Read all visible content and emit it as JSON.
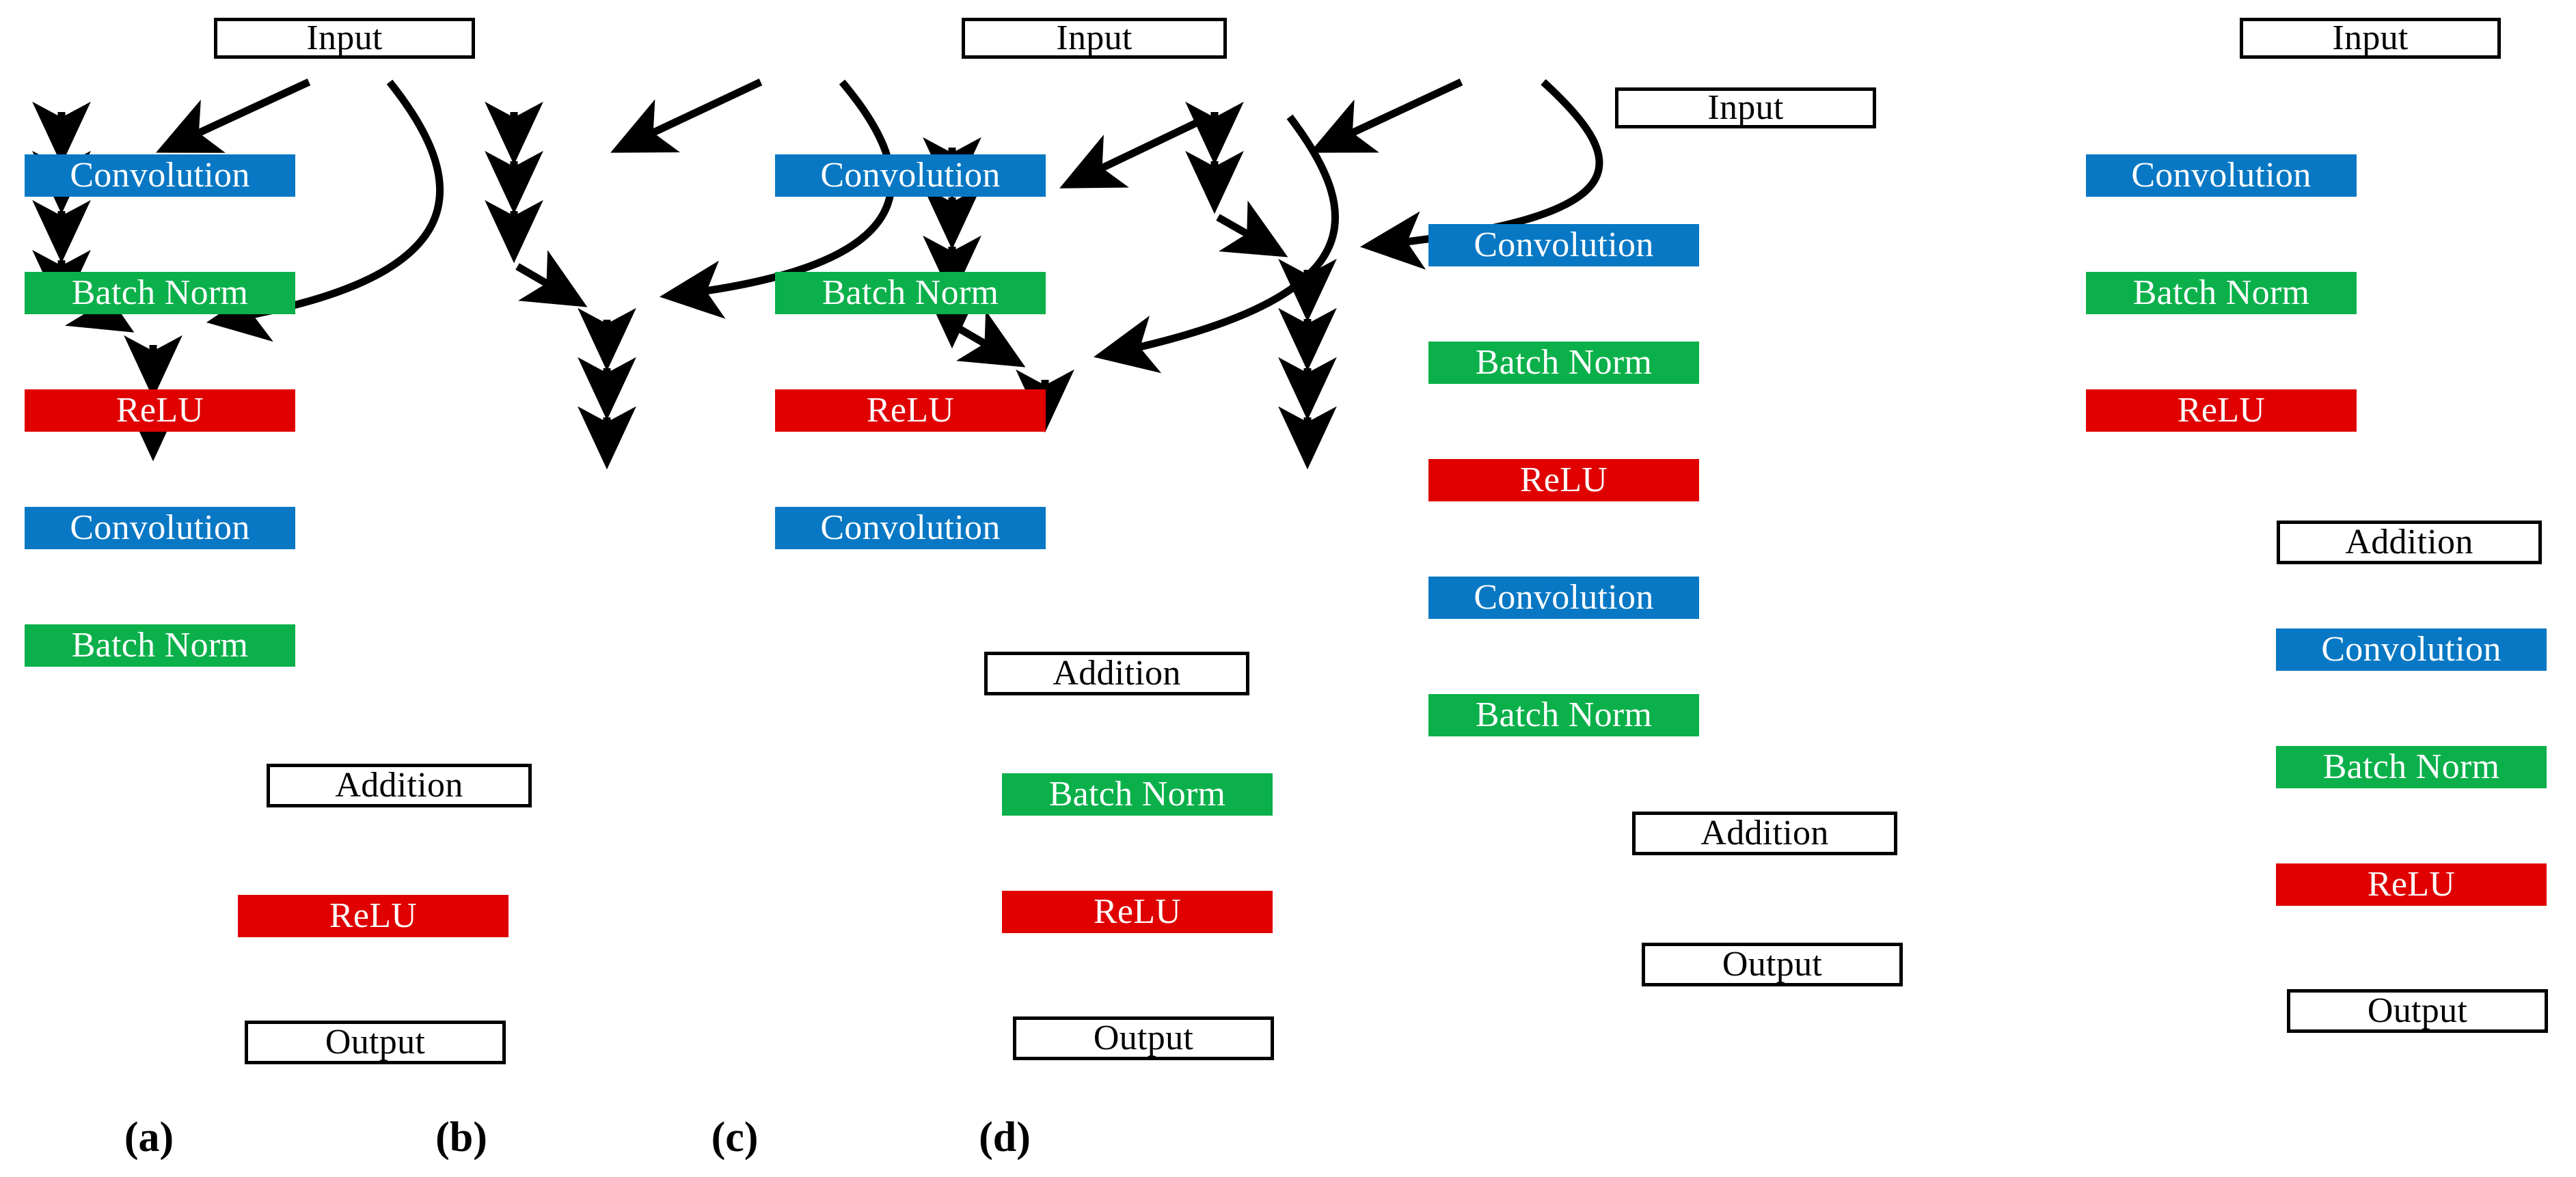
{
  "figure": {
    "type": "diagram",
    "subject": "Residual block variants",
    "node_colors": {
      "convolution": "#0878C4",
      "batch_norm": "#0BB04A",
      "relu": "#E00000",
      "io_box_fill": "#FFFFFF",
      "io_box_border": "#000000",
      "arrow": "#000000",
      "background": "#FFFFFF"
    },
    "labels": {
      "input": "Input",
      "output": "Output",
      "convolution": "Convolution",
      "batch_norm": "Batch Norm",
      "relu": "ReLU",
      "addition": "Addition"
    },
    "panels": [
      {
        "id": "a",
        "caption": "(a)",
        "nodes": [
          {
            "key": "input",
            "label": "Input",
            "kind": "io"
          },
          {
            "key": "conv1",
            "label": "Convolution",
            "kind": "conv"
          },
          {
            "key": "bn1",
            "label": "Batch Norm",
            "kind": "bn"
          },
          {
            "key": "relu1",
            "label": "ReLU",
            "kind": "relu"
          },
          {
            "key": "conv2",
            "label": "Convolution",
            "kind": "conv"
          },
          {
            "key": "bn2",
            "label": "Batch Norm",
            "kind": "bn"
          },
          {
            "key": "add",
            "label": "Addition",
            "kind": "io"
          },
          {
            "key": "relu2",
            "label": "ReLU",
            "kind": "relu"
          },
          {
            "key": "output",
            "label": "Output",
            "kind": "io"
          }
        ],
        "edges": [
          {
            "from": "input",
            "to": "conv1",
            "style": "straight"
          },
          {
            "from": "conv1",
            "to": "bn1",
            "style": "straight"
          },
          {
            "from": "bn1",
            "to": "relu1",
            "style": "straight"
          },
          {
            "from": "relu1",
            "to": "conv2",
            "style": "straight"
          },
          {
            "from": "conv2",
            "to": "bn2",
            "style": "straight"
          },
          {
            "from": "bn2",
            "to": "add",
            "style": "straight"
          },
          {
            "from": "input",
            "to": "add",
            "style": "skip-curve"
          },
          {
            "from": "add",
            "to": "relu2",
            "style": "straight"
          },
          {
            "from": "relu2",
            "to": "output",
            "style": "straight"
          }
        ]
      },
      {
        "id": "b",
        "caption": "(b)",
        "nodes": [
          {
            "key": "input",
            "label": "Input",
            "kind": "io"
          },
          {
            "key": "conv1",
            "label": "Convolution",
            "kind": "conv"
          },
          {
            "key": "bn1",
            "label": "Batch Norm",
            "kind": "bn"
          },
          {
            "key": "relu1",
            "label": "ReLU",
            "kind": "relu"
          },
          {
            "key": "conv2",
            "label": "Convolution",
            "kind": "conv"
          },
          {
            "key": "add",
            "label": "Addition",
            "kind": "io"
          },
          {
            "key": "bn2",
            "label": "Batch Norm",
            "kind": "bn"
          },
          {
            "key": "relu2",
            "label": "ReLU",
            "kind": "relu"
          },
          {
            "key": "output",
            "label": "Output",
            "kind": "io"
          }
        ],
        "edges": [
          {
            "from": "input",
            "to": "conv1",
            "style": "straight"
          },
          {
            "from": "conv1",
            "to": "bn1",
            "style": "straight"
          },
          {
            "from": "bn1",
            "to": "relu1",
            "style": "straight"
          },
          {
            "from": "relu1",
            "to": "conv2",
            "style": "straight"
          },
          {
            "from": "conv2",
            "to": "add",
            "style": "straight"
          },
          {
            "from": "input",
            "to": "add",
            "style": "skip-curve"
          },
          {
            "from": "add",
            "to": "bn2",
            "style": "straight"
          },
          {
            "from": "bn2",
            "to": "relu2",
            "style": "straight"
          },
          {
            "from": "relu2",
            "to": "output",
            "style": "straight"
          }
        ]
      },
      {
        "id": "c",
        "caption": "(c)",
        "nodes": [
          {
            "key": "input",
            "label": "Input",
            "kind": "io"
          },
          {
            "key": "conv1",
            "label": "Convolution",
            "kind": "conv"
          },
          {
            "key": "bn1",
            "label": "Batch Norm",
            "kind": "bn"
          },
          {
            "key": "relu1",
            "label": "ReLU",
            "kind": "relu"
          },
          {
            "key": "conv2",
            "label": "Convolution",
            "kind": "conv"
          },
          {
            "key": "bn2",
            "label": "Batch Norm",
            "kind": "bn"
          },
          {
            "key": "add",
            "label": "Addition",
            "kind": "io"
          },
          {
            "key": "output",
            "label": "Output",
            "kind": "io"
          }
        ],
        "edges": [
          {
            "from": "input",
            "to": "conv1",
            "style": "straight"
          },
          {
            "from": "conv1",
            "to": "bn1",
            "style": "straight"
          },
          {
            "from": "bn1",
            "to": "relu1",
            "style": "straight"
          },
          {
            "from": "relu1",
            "to": "conv2",
            "style": "straight"
          },
          {
            "from": "conv2",
            "to": "bn2",
            "style": "straight"
          },
          {
            "from": "bn2",
            "to": "add",
            "style": "straight"
          },
          {
            "from": "input",
            "to": "add",
            "style": "skip-curve"
          },
          {
            "from": "add",
            "to": "output",
            "style": "straight"
          }
        ]
      },
      {
        "id": "d",
        "caption": "(d)",
        "nodes": [
          {
            "key": "input",
            "label": "Input",
            "kind": "io"
          },
          {
            "key": "conv1",
            "label": "Convolution",
            "kind": "conv"
          },
          {
            "key": "bn1",
            "label": "Batch Norm",
            "kind": "bn"
          },
          {
            "key": "relu1",
            "label": "ReLU",
            "kind": "relu"
          },
          {
            "key": "add",
            "label": "Addition",
            "kind": "io"
          },
          {
            "key": "conv2",
            "label": "Convolution",
            "kind": "conv"
          },
          {
            "key": "bn2",
            "label": "Batch Norm",
            "kind": "bn"
          },
          {
            "key": "relu2",
            "label": "ReLU",
            "kind": "relu"
          },
          {
            "key": "output",
            "label": "Output",
            "kind": "io"
          }
        ],
        "edges": [
          {
            "from": "input",
            "to": "conv1",
            "style": "straight"
          },
          {
            "from": "conv1",
            "to": "bn1",
            "style": "straight"
          },
          {
            "from": "bn1",
            "to": "relu1",
            "style": "straight"
          },
          {
            "from": "relu1",
            "to": "add",
            "style": "straight"
          },
          {
            "from": "input",
            "to": "add",
            "style": "skip-curve"
          },
          {
            "from": "add",
            "to": "conv2",
            "style": "straight"
          },
          {
            "from": "conv2",
            "to": "bn2",
            "style": "straight"
          },
          {
            "from": "bn2",
            "to": "relu2",
            "style": "straight"
          },
          {
            "from": "relu2",
            "to": "output",
            "style": "straight"
          }
        ]
      }
    ]
  }
}
